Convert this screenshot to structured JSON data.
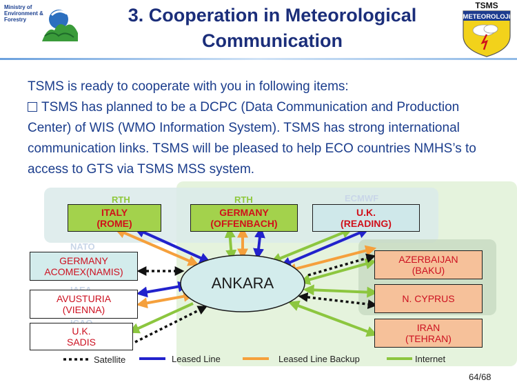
{
  "header": {
    "ministry_lines": [
      "Ministry of",
      "Environment &",
      "Forestry"
    ],
    "title_lines": [
      "3. Cooperation in Meteorological",
      "Communication"
    ],
    "badge_top": "TSMS",
    "badge_band": "METEOROLOJi"
  },
  "body": {
    "intro": "TSMS is ready to cooperate with you in following items:",
    "bullet": "TSMS has planned to be a DCPC (Data Communication and Production Center) of WIS (WMO Information System). TSMS has strong international communication links.  TSMS will be pleased to help ECO countries NMHS’s to access to GTS via TSMS MSS system."
  },
  "diagram": {
    "hub": "ANKARA",
    "rth_labels": [
      "RTH",
      "RTH"
    ],
    "faint_labels": [
      "ECMWF",
      "NATO",
      "IAEA",
      "ICAO"
    ],
    "nodes": {
      "italy": [
        "ITALY",
        "(ROME)"
      ],
      "germany_rth": [
        "GERMANY",
        "(OFFENBACH)"
      ],
      "uk_reading": [
        "U.K.",
        "(READING)"
      ],
      "germany_namis": [
        "GERMANY",
        "ACOMEX(NAMIS)"
      ],
      "avusturia": [
        "AVUSTURIA",
        "(VIENNA)"
      ],
      "uk_sadis": [
        "U.K.",
        "SADIS"
      ],
      "azerbaijan": [
        "AZERBAIJAN",
        "(BAKU)"
      ],
      "cyprus": [
        "N. CYPRUS"
      ],
      "iran": [
        "IRAN",
        "(TEHRAN)"
      ]
    },
    "colors": {
      "satellite": "#111111",
      "leased_line": "#2222cc",
      "leased_backup": "#f5a03c",
      "internet": "#8cc63f"
    }
  },
  "legend": {
    "satellite": "Satellite",
    "leased_line": "Leased Line",
    "leased_backup": "Leased Line Backup",
    "internet": "Internet"
  },
  "footer": {
    "page": "64/68"
  }
}
